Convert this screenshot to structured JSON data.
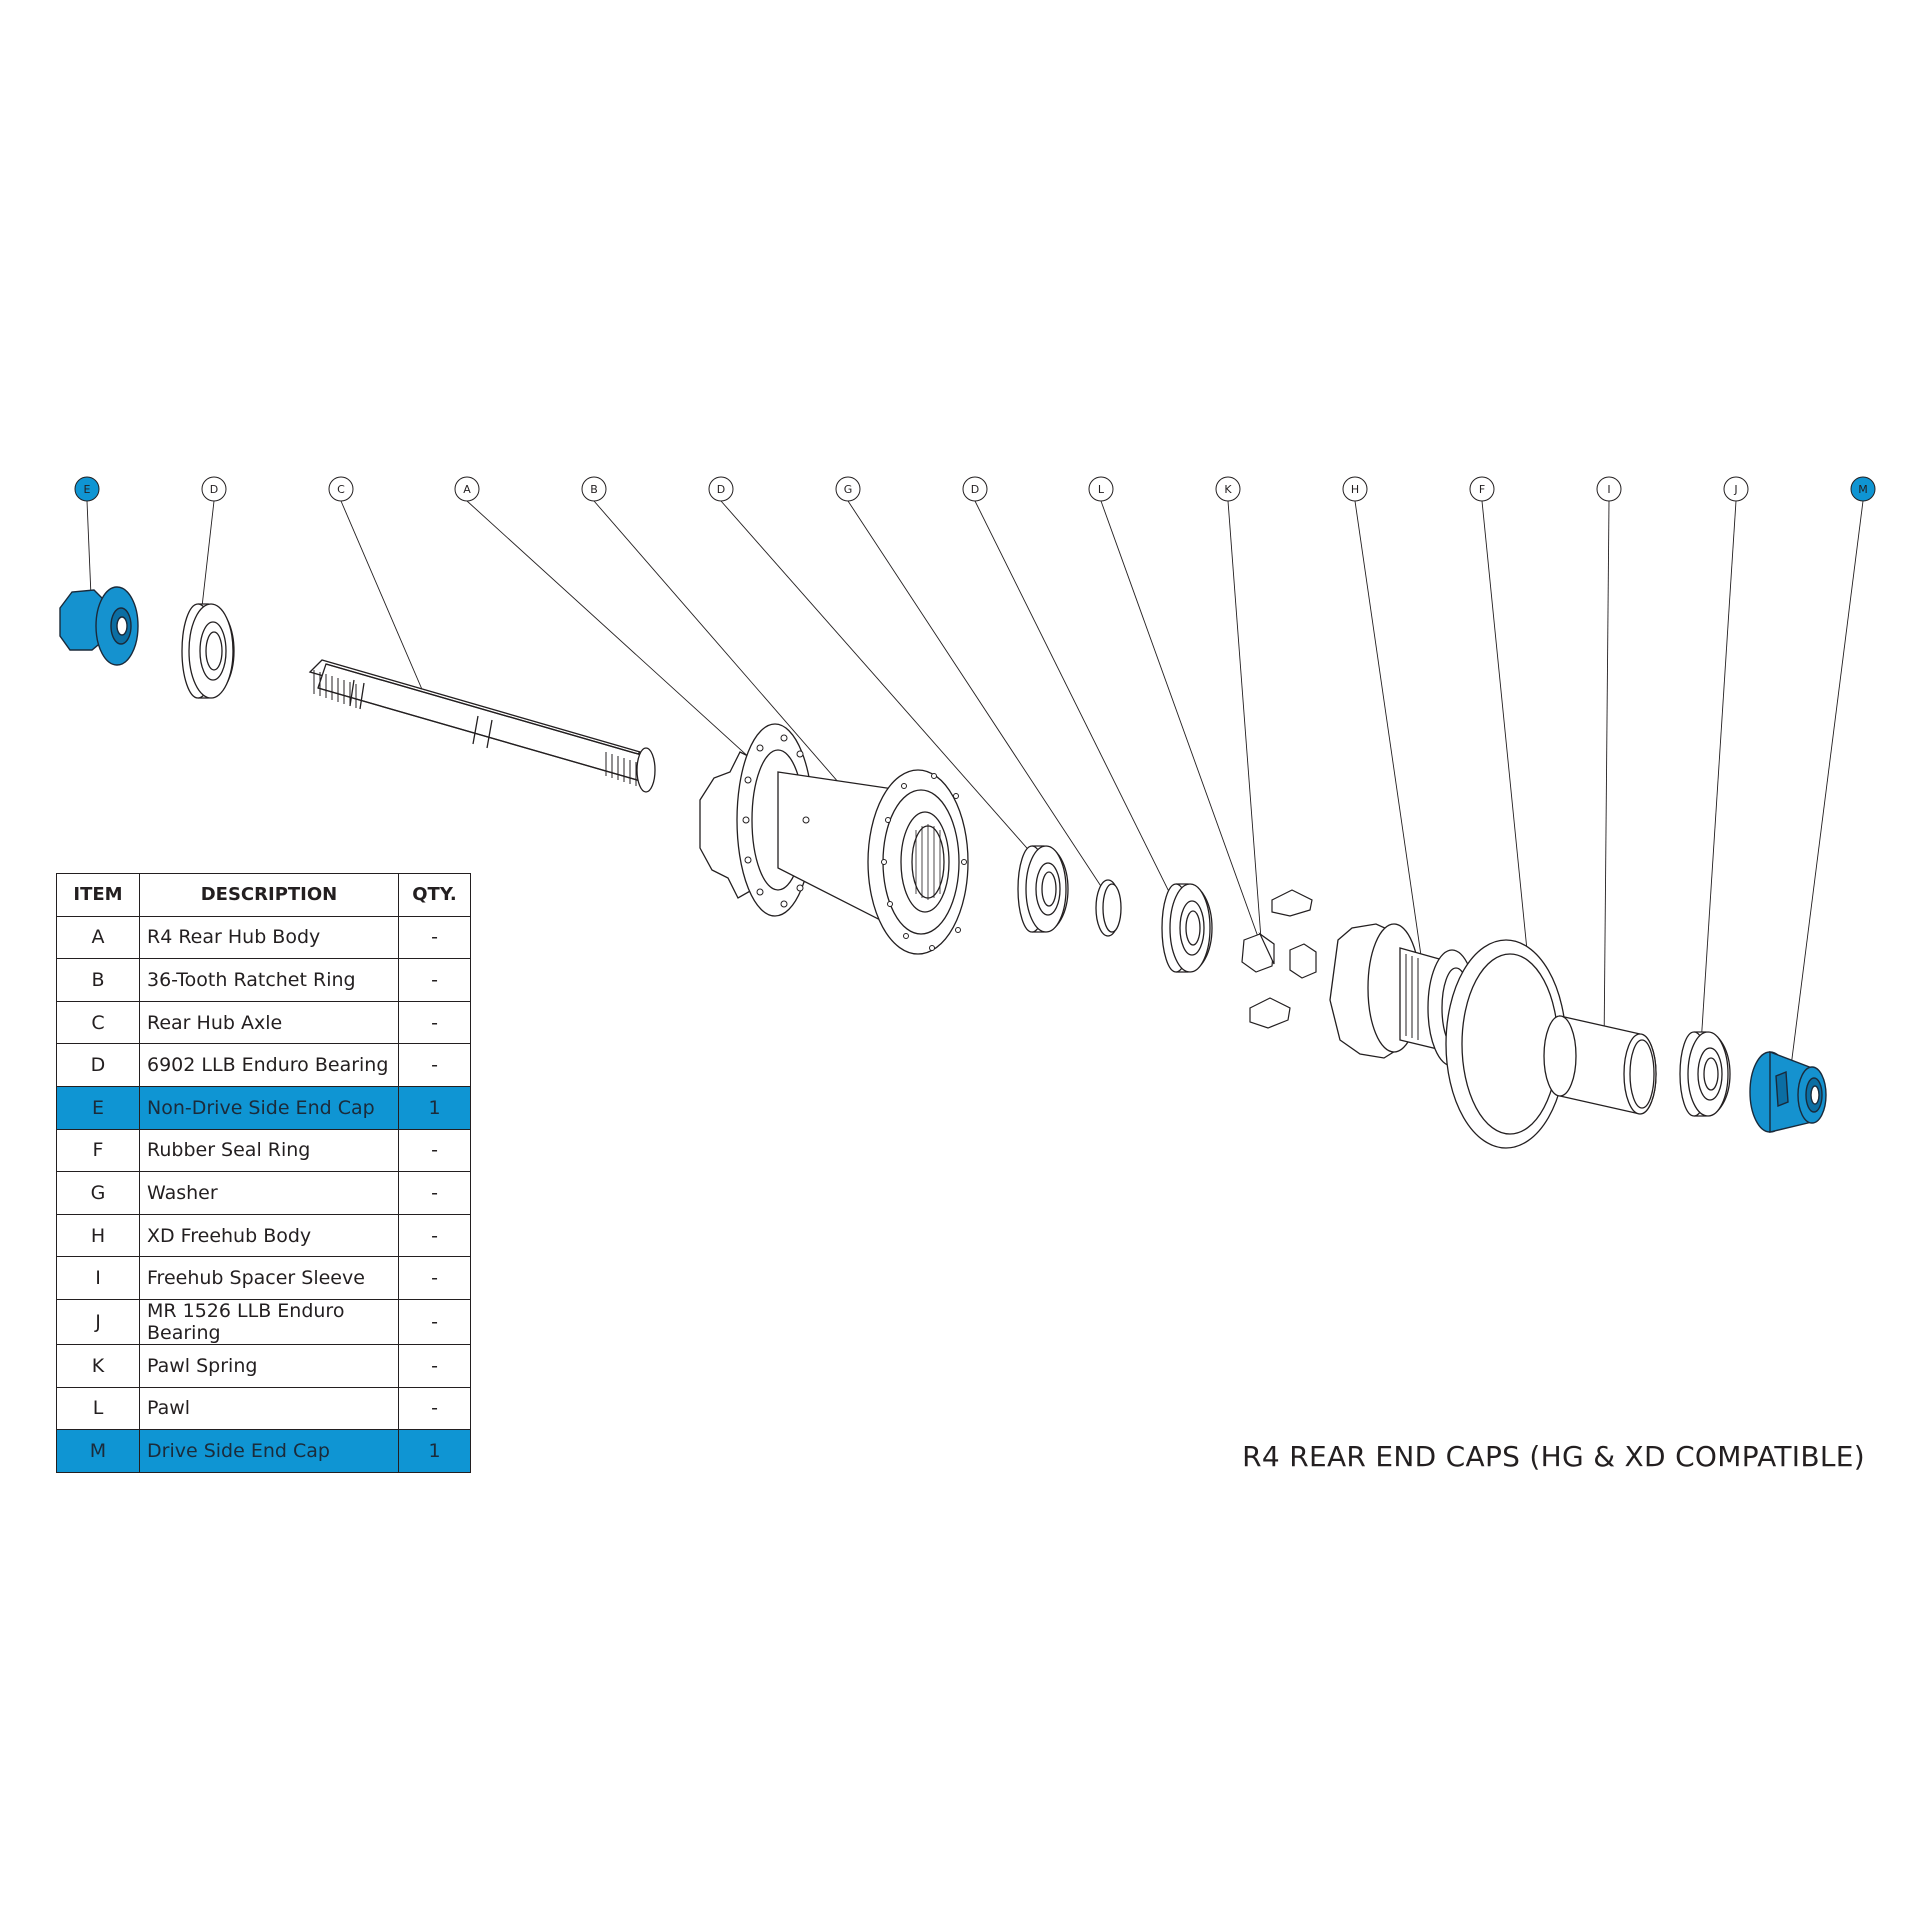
{
  "title": "R4 REAR END CAPS (HG & XD COMPATIBLE)",
  "colors": {
    "highlight": "#0f95d3",
    "line": "#231f20",
    "background": "#ffffff"
  },
  "callouts": [
    "E",
    "D",
    "C",
    "A",
    "B",
    "D",
    "G",
    "D",
    "L",
    "K",
    "H",
    "F",
    "I",
    "J",
    "M"
  ],
  "highlighted_callouts": [
    "E",
    "M"
  ],
  "table": {
    "headers": {
      "item": "ITEM",
      "description": "DESCRIPTION",
      "qty": "QTY."
    },
    "rows": [
      {
        "item": "A",
        "description": "R4 Rear Hub Body",
        "qty": "-",
        "highlight": false
      },
      {
        "item": "B",
        "description": "36-Tooth Ratchet Ring",
        "qty": "-",
        "highlight": false
      },
      {
        "item": "C",
        "description": "Rear Hub Axle",
        "qty": "-",
        "highlight": false
      },
      {
        "item": "D",
        "description": "6902 LLB Enduro Bearing",
        "qty": "-",
        "highlight": false
      },
      {
        "item": "E",
        "description": "Non-Drive Side End Cap",
        "qty": "1",
        "highlight": true
      },
      {
        "item": "F",
        "description": "Rubber Seal Ring",
        "qty": "-",
        "highlight": false
      },
      {
        "item": "G",
        "description": "Washer",
        "qty": "-",
        "highlight": false
      },
      {
        "item": "H",
        "description": "XD Freehub Body",
        "qty": "-",
        "highlight": false
      },
      {
        "item": "I",
        "description": "Freehub Spacer Sleeve",
        "qty": "-",
        "highlight": false
      },
      {
        "item": "J",
        "description": "MR 1526 LLB Enduro Bearing",
        "qty": "-",
        "highlight": false
      },
      {
        "item": "K",
        "description": "Pawl Spring",
        "qty": "-",
        "highlight": false
      },
      {
        "item": "L",
        "description": "Pawl",
        "qty": "-",
        "highlight": false
      },
      {
        "item": "M",
        "description": "Drive Side End Cap",
        "qty": "1",
        "highlight": true
      }
    ]
  }
}
